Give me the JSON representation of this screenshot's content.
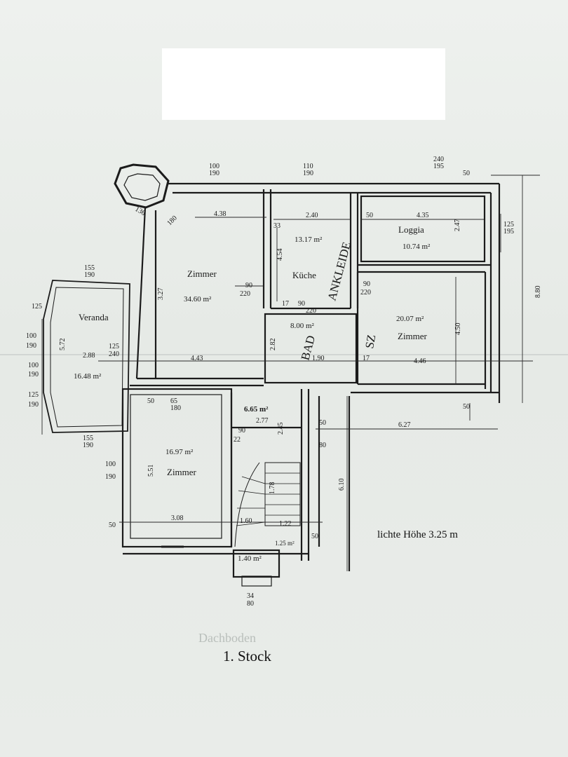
{
  "plan": {
    "floor_title": "1. Stock",
    "ceiling_height": "lichte Höhe 3.25 m",
    "ghost_label": "Dachboden",
    "rooms": {
      "zimmer_main": {
        "name": "Zimmer",
        "area": "34.60 m²"
      },
      "kueche": {
        "name": "Küche",
        "area": "13.17 m²"
      },
      "loggia": {
        "name": "Loggia",
        "area": "10.74 m²"
      },
      "zimmer_east": {
        "name": "Zimmer",
        "area": "20.07 m²"
      },
      "veranda": {
        "name": "Veranda",
        "area": "16.48 m²"
      },
      "bad": {
        "area": "8.00 m²"
      },
      "vorraum": {
        "area": "6.65 m²"
      },
      "zimmer_south": {
        "name": "Zimmer",
        "area": "16.97 m²"
      },
      "wc": {
        "area": "1.40 m²"
      },
      "small": {
        "area": "1.25 m²"
      }
    },
    "handwritten": {
      "ankleide": "ANKLEIDE",
      "bad": "BAD",
      "sz": "SZ"
    },
    "dimensions": {
      "d100_190_top": "100",
      "d190_top": "190",
      "d110_top": "110",
      "d190_top2": "190",
      "d240_top": "240",
      "d195_top": "195",
      "d50_top": "50",
      "d438": "4.38",
      "d240": "2.40",
      "d50a": "50",
      "d435": "4.35",
      "d247": "2.47",
      "d125": "125",
      "d195": "195",
      "d454": "4.54",
      "d33": "33",
      "d180": "180",
      "d136": "136",
      "d327": "3.27",
      "d90": "90",
      "d220": "220",
      "d17": "17",
      "d90b": "90",
      "d220b": "220",
      "d90c": "90",
      "d220c": "220",
      "d450": "4.50",
      "d880": "8.80",
      "d288": "2.88",
      "d125b": "125",
      "d240b": "240",
      "d443": "4.43",
      "d282": "2.82",
      "d190b": "1.90",
      "d446": "4.46",
      "d17b": "17",
      "d572": "5.72",
      "d155": "155",
      "d190c": "190",
      "d125c": "125",
      "d100": "100",
      "d190d": "190",
      "d100b": "100",
      "d190e": "190",
      "d125d": "125",
      "d190f": "190",
      "d155b": "155",
      "d190g": "190",
      "d50b": "50",
      "d65": "65",
      "d180b": "180",
      "d277": "2.77",
      "d245": "2.45",
      "d50c": "50",
      "d627": "6.27",
      "d80": "80",
      "d90d": "90",
      "d22": "22",
      "d551": "5.51",
      "d100c": "100",
      "d190h": "190",
      "d308": "3.08",
      "d50d": "50",
      "d610": "6.10",
      "d178": "1.78",
      "d160": "1.60",
      "d122": "1.22",
      "d50e": "50",
      "d34": "34",
      "d80b": "80",
      "d50f": "50"
    }
  }
}
